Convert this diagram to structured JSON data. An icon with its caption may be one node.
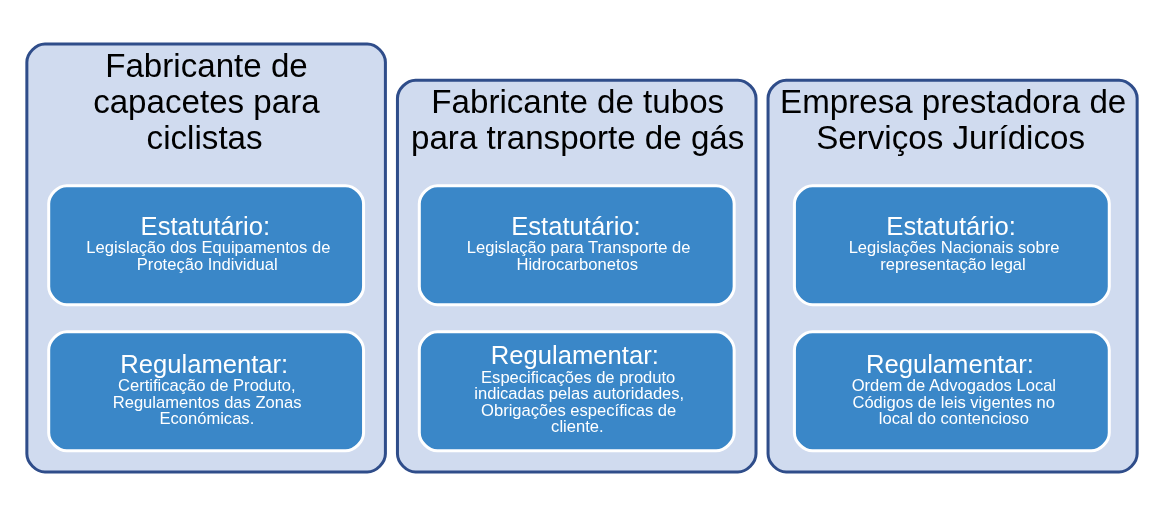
{
  "diagram": {
    "nodes": [
      {
        "text": [
          "Fabricante de capacetes para ciclistas"
        ]
      },
      {
        "text": [
          "Estatutário:",
          "Legislação dos Equipamentos de Proteção Individual"
        ],
        "in": 0
      },
      {
        "text": [
          "Regulamentar:",
          "Certificação de Produto, Regulamentos das Zonas Económicas."
        ],
        "in": 0
      },
      {
        "text": [
          "Fabricante de tubos para transporte de gás"
        ]
      },
      {
        "text": [
          "Estatutário:",
          "Legislação para Transporte de Hidrocarbonetos"
        ],
        "in": 3
      },
      {
        "text": [
          "Regulamentar:",
          "Especificações de produto indicadas pelas autoridades, Obrigações específicas de cliente."
        ],
        "in": 3
      },
      {
        "text": [
          "Empresa prestadora de Serviços Jurídicos"
        ]
      },
      {
        "text": [
          "Estatutário:",
          "Legislações Nacionais sobre representação legal"
        ],
        "in": 6
      },
      {
        "text": [
          "Regulamentar:",
          "Ordem de Advogados Local Códigos de leis vigentes no local do contencioso"
        ],
        "in": 6
      }
    ]
  }
}
